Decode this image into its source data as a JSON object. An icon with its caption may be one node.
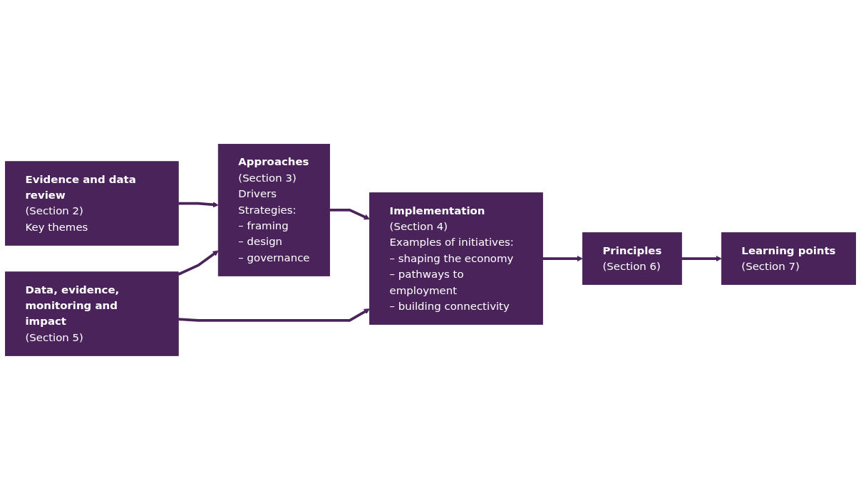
{
  "diagram": {
    "nodes": [
      {
        "text": [
          "Evidence and data review",
          "(Section 2)",
          "Key themes"
        ]
      },
      {
        "text": [
          "Approaches",
          "(Section 3)",
          "Drivers",
          "Strategies:",
          "– framing",
          "– design",
          "– governance"
        ]
      },
      {
        "text": [
          "Implementation",
          "(Section 4)",
          "Examples of initiatives:",
          "– shaping the economy",
          "– pathways to employment",
          "– building connectivity"
        ]
      },
      {
        "text": [
          "Principles",
          "(Section 6)"
        ]
      },
      {
        "text": [
          "Learning points",
          "(Section 7)"
        ]
      },
      {
        "text": [
          "Data, evidence, monitoring and impact",
          "(Section 5)"
        ]
      }
    ],
    "edges": [
      {
        "from": 0,
        "to": 1,
        "arrow": "to"
      },
      {
        "from": 1,
        "to": 2,
        "arrow": "to"
      },
      {
        "from": 2,
        "to": 3,
        "arrow": "to"
      },
      {
        "from": 3,
        "to": 4,
        "arrow": "to"
      },
      {
        "from": 5,
        "to": 1,
        "arrow": "to"
      },
      {
        "from": 5,
        "to": 2,
        "arrow": "to"
      }
    ]
  }
}
